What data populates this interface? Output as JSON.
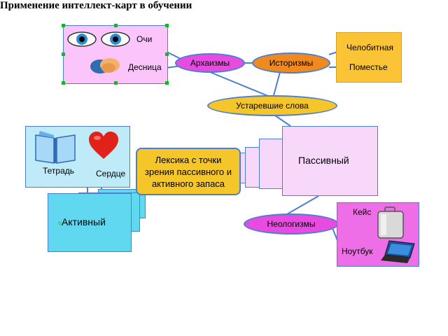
{
  "title": "Применение интеллект-карт в обучении",
  "nodes": {
    "archaisms": "Архаизмы",
    "historisms": "Историзмы",
    "obsolete_words": "Устаревшие слова",
    "lexicon": "Лексика с точки зрения пассивного и активного запаса",
    "passive": "Пассивный",
    "active": "Активный",
    "neologisms": "Неологизмы"
  },
  "archaisms_examples": {
    "eyes": "Очи",
    "right_hand": "Десница"
  },
  "historisms_examples": {
    "caftan": "Челобитная",
    "estate": "Поместье"
  },
  "active_examples": {
    "notebook": "Тетрадь",
    "heart": "Сердце"
  },
  "neologisms_examples": {
    "case": "Кейс",
    "laptop": "Ноутбук"
  },
  "icons": [
    "eye-icon",
    "handshake-icon",
    "book-icon",
    "heart-icon",
    "briefcase-icon",
    "laptop-icon"
  ],
  "colors": {
    "oval_pink": "#e64ce0",
    "oval_orange": "#f08a1e",
    "oval_gold": "#f4c62a",
    "pink_panel": "#fbc4fb",
    "gold_panel": "#fbc437",
    "blue_panel": "#bfeaf7",
    "cyan_card": "#5fd8f0",
    "lavender_card": "#f7d8fb",
    "magenta_panel": "#ed6ee6",
    "connector": "#4a7fd4"
  }
}
